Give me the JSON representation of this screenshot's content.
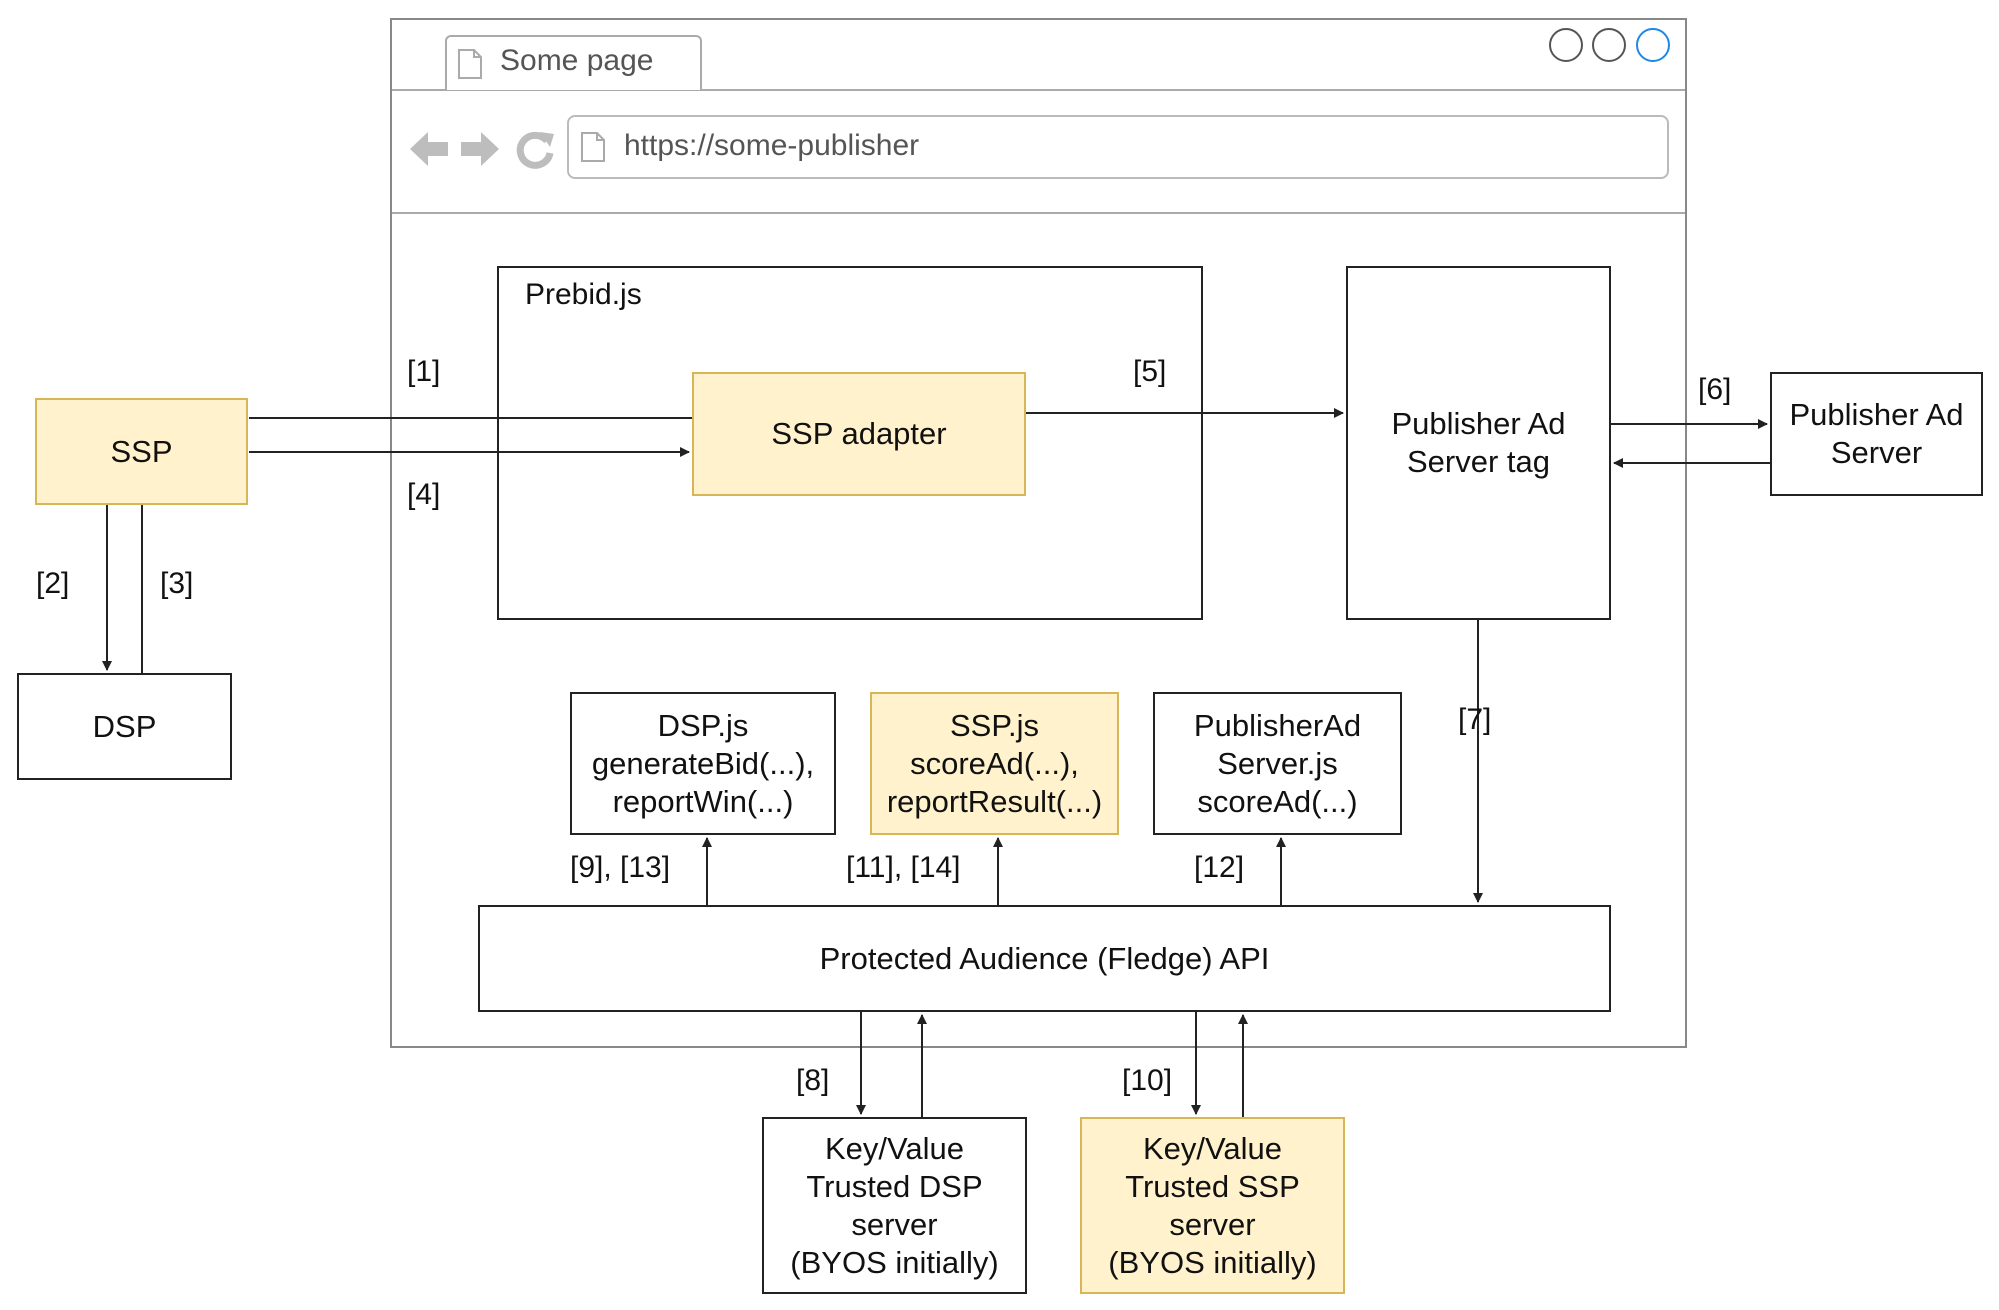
{
  "browser": {
    "tab_title": "Some page",
    "url": "https://some-publisher"
  },
  "nodes": {
    "prebid": "Prebid.js",
    "ssp_adapter": "SSP adapter",
    "pub_ad_server_tag": "Publisher Ad\nServer tag",
    "pub_ad_server": "Publisher Ad\nServer",
    "ssp": "SSP",
    "dsp": "DSP",
    "dsp_js": "DSP.js\ngenerateBid(...),\nreportWin(...)",
    "ssp_js": "SSP.js\nscoreAd(...),\nreportResult(...)",
    "pub_ad_server_js": "PublisherAd\nServer.js\nscoreAd(...)",
    "fledge_api": "Protected Audience (Fledge) API",
    "kv_dsp": "Key/Value\nTrusted DSP\nserver\n(BYOS initially)",
    "kv_ssp": "Key/Value\nTrusted SSP\nserver\n(BYOS initially)"
  },
  "edge_labels": {
    "e1": "[1]",
    "e2": "[2]",
    "e3": "[3]",
    "e4": "[4]",
    "e5": "[5]",
    "e6": "[6]",
    "e7": "[7]",
    "e8": "[8]",
    "e9_13": "[9], [13]",
    "e10": "[10]",
    "e11_14": "[11], [14]",
    "e12": "[12]"
  },
  "colors": {
    "highlight_fill": "#fff2cc",
    "highlight_stroke": "#d6b656",
    "line": "#222222"
  }
}
